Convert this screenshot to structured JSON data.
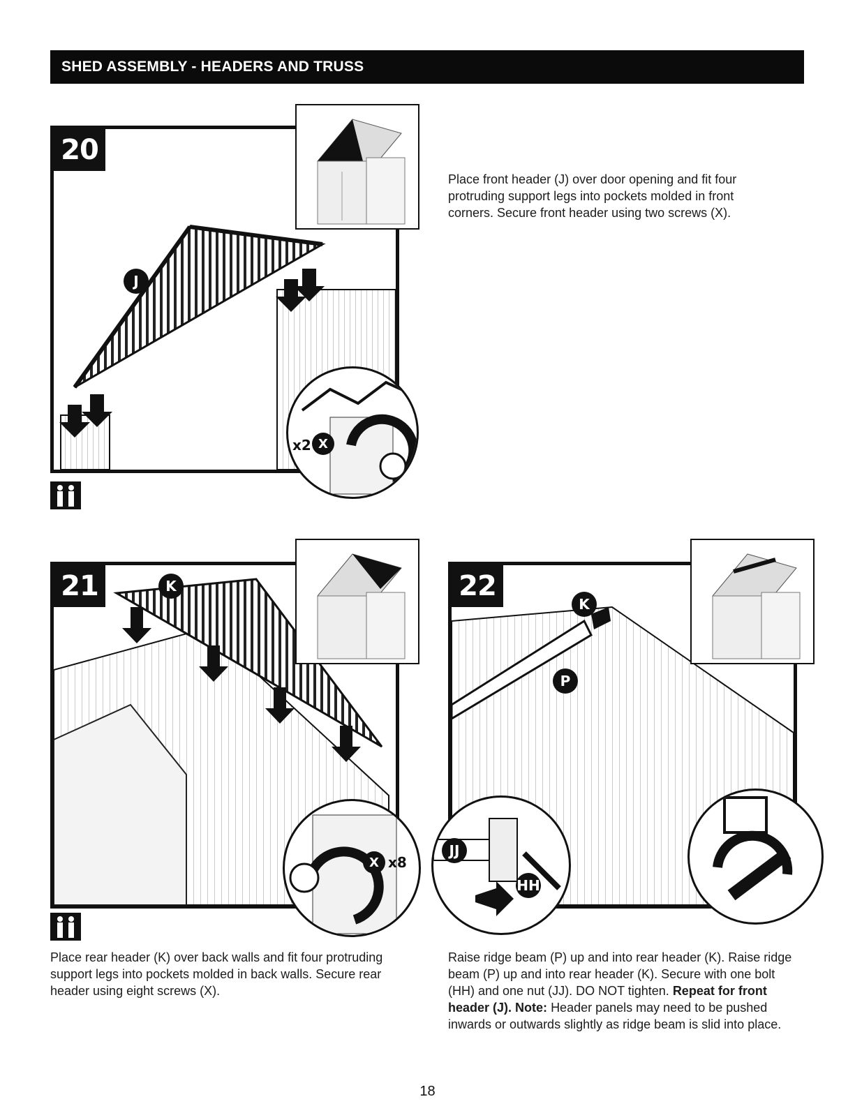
{
  "header": {
    "title": "SHED ASSEMBLY - HEADERS AND TRUSS"
  },
  "steps": [
    {
      "number": "20",
      "text": "Place front header (J) over door opening and fit four protruding support legs into pockets molded in front corners. Secure front header using two screws (X).",
      "callouts": {
        "part": "J",
        "screw": "X",
        "screw_qty": "x2",
        "turn": "2"
      }
    },
    {
      "number": "21",
      "text": "Place rear header (K) over back walls and fit four protruding support legs into pockets molded in back walls. Secure rear header using eight screws (X).",
      "callouts": {
        "part": "K",
        "screw": "X",
        "screw_qty": "x8",
        "turn": "2",
        "arrow": "1"
      }
    },
    {
      "number": "22",
      "text_plain": "Raise ridge beam (P) up and into rear header (K). Raise ridge beam (P) up and into rear header (K). Secure with one bolt (HH) and one nut (JJ). DO NOT tighten.",
      "text_bold_1": "Repeat for front header (J).",
      "text_bold_2": "Note:",
      "text_plain_2": "Header panels may need to be pushed inwards or outwards slightly as ridge beam is slid into place.",
      "callouts": {
        "part_k": "K",
        "part_p": "P",
        "bolt": "HH",
        "nut": "JJ",
        "arrow": "2",
        "turn": "3"
      }
    }
  ],
  "icons": {
    "two_person": "two-person-icon"
  },
  "page_number": "18"
}
